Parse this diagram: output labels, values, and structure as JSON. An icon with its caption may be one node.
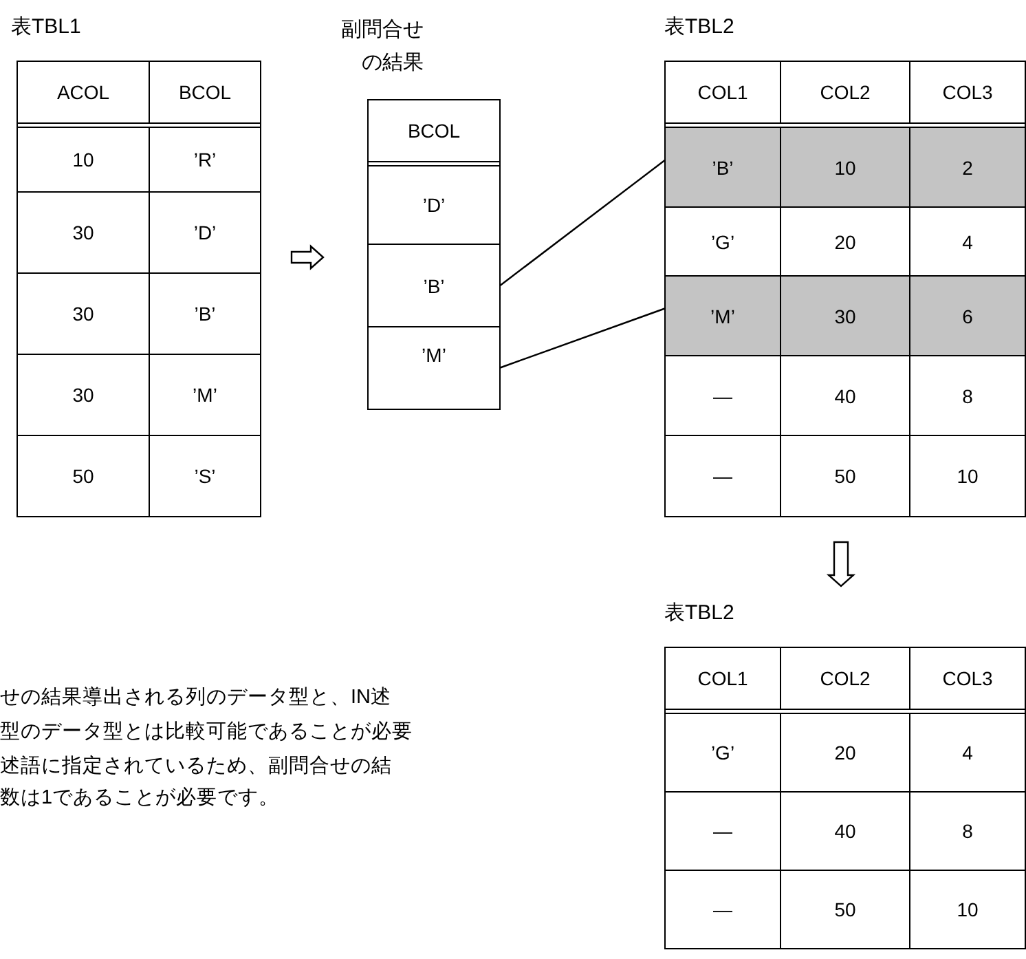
{
  "diagram": {
    "nodes": [
      {
        "text": [
          "表TBL1"
        ]
      },
      {
        "text": [
          "ACOL",
          "BCOL"
        ],
        "in": 0
      },
      {
        "text": [
          "10",
          "’R’"
        ],
        "in": 0
      },
      {
        "text": [
          "30",
          "’D’"
        ],
        "in": 0
      },
      {
        "text": [
          "30",
          "’B’"
        ],
        "in": 0
      },
      {
        "text": [
          "30",
          "’M’"
        ],
        "in": 0
      },
      {
        "text": [
          "50",
          "’S’"
        ],
        "in": 0
      },
      {
        "text": [
          "副問合せの結果"
        ]
      },
      {
        "text": [
          "BCOL"
        ],
        "in": 7
      },
      {
        "text": [
          "’D’"
        ],
        "in": 7
      },
      {
        "text": [
          "’B’"
        ],
        "in": 7
      },
      {
        "text": [
          "’M’"
        ],
        "in": 7
      },
      {
        "text": [
          "表TBL2"
        ]
      },
      {
        "text": [
          "COL1",
          "COL2",
          "COL3"
        ],
        "in": 12
      },
      {
        "text": [
          "’B’",
          "10",
          "2"
        ],
        "in": 12
      },
      {
        "text": [
          "’G’",
          "20",
          "4"
        ],
        "in": 12
      },
      {
        "text": [
          "’M’",
          "30",
          "6"
        ],
        "in": 12
      },
      {
        "text": [
          "—",
          "40",
          "8"
        ],
        "in": 12
      },
      {
        "text": [
          "—",
          "50",
          "10"
        ],
        "in": 12
      },
      {
        "text": [
          "表TBL2"
        ]
      },
      {
        "text": [
          "COL1",
          "COL2",
          "COL3"
        ],
        "in": 19
      },
      {
        "text": [
          "’G’",
          "20",
          "4"
        ],
        "in": 19
      },
      {
        "text": [
          "—",
          "40",
          "8"
        ],
        "in": 19
      },
      {
        "text": [
          "—",
          "50",
          "10"
        ],
        "in": 19
      }
    ],
    "edges": [
      {
        "from": 0,
        "to": 7,
        "arrow": "to"
      },
      {
        "from": 10,
        "to": 14,
        "arrow": "none"
      },
      {
        "from": 11,
        "to": 16,
        "arrow": "none"
      },
      {
        "from": 12,
        "to": 19,
        "arrow": "to"
      }
    ],
    "labels": [
      "せの結果導出される列のデータ型と、IN述",
      "型のデータ型とは比較可能であることが必要",
      "述語に指定されているため、副問合せの結",
      "数は1であることが必要です。"
    ]
  }
}
